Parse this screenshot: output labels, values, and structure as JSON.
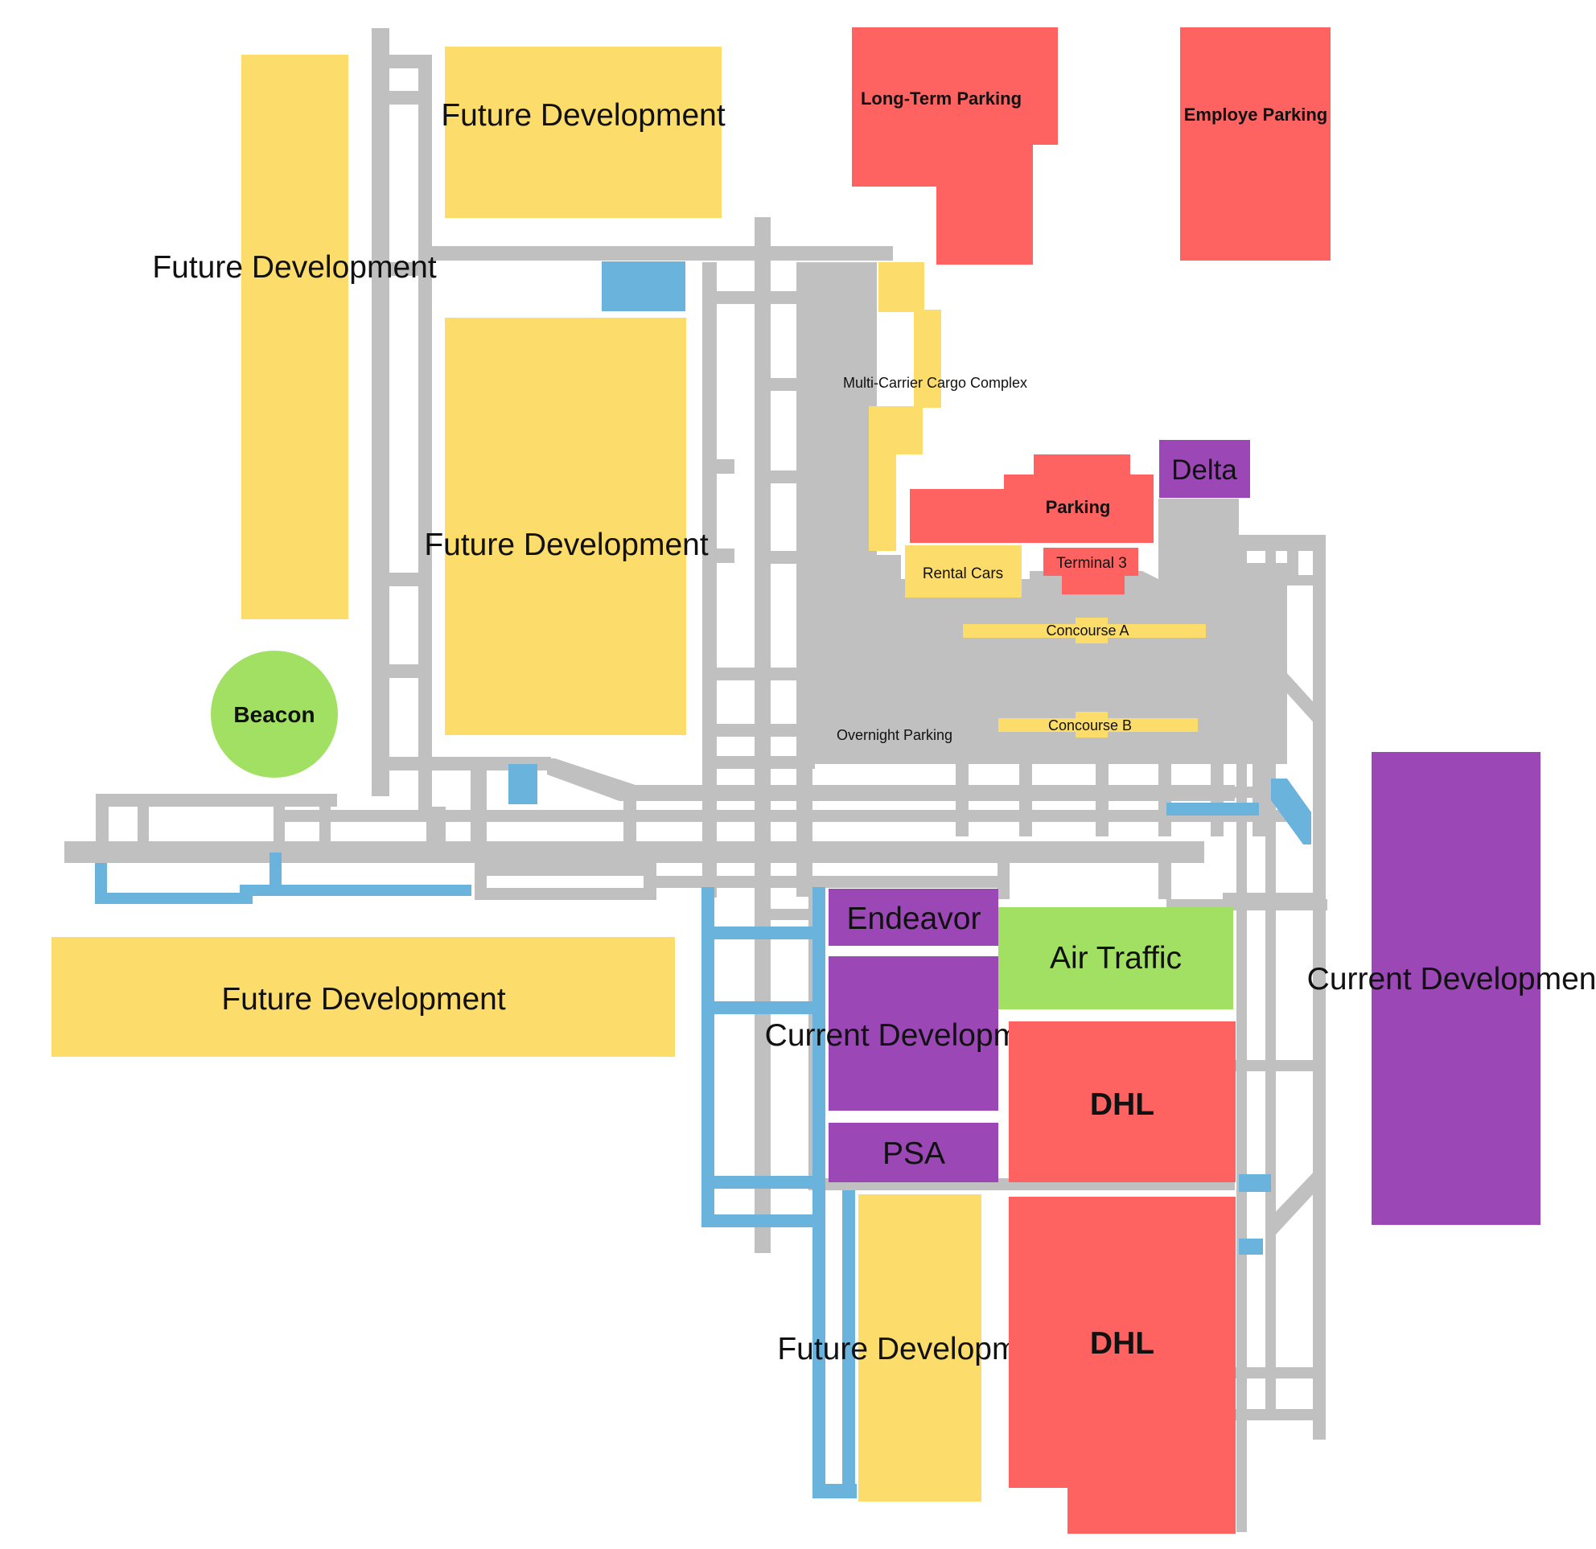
{
  "colors": {
    "taxiway": "#c0c0c0",
    "water": "#6ab3dc",
    "future_development": "#fcdc6b",
    "parking_cargo": "#fe6261",
    "current_development": "#9b48b6",
    "beacon_air_traffic": "#a1e063"
  },
  "areas": {
    "future_dev_top": "Future Development",
    "future_dev_tall": "Future Development",
    "future_dev_center": "Future Development",
    "future_dev_bottom_left": "Future Development",
    "future_dev_bottom": "Future Development",
    "long_term_parking": "Long-Term Parking",
    "employee_parking": "Employe Parking",
    "cargo_complex": "Multi-Carrier Cargo Complex",
    "delta": "Delta",
    "parking": "Parking",
    "rental_cars": "Rental Cars",
    "terminal_3": "Terminal 3",
    "concourse_a": "Concourse A",
    "concourse_b": "Concourse B",
    "overnight_parking": "Overnight Parking",
    "beacon": "Beacon",
    "endeavor": "Endeavor",
    "air_traffic": "Air Traffic",
    "current_dev_center": "Current Development",
    "current_dev_right": "Current Development",
    "psa": "PSA",
    "dhl_upper": "DHL",
    "dhl_lower": "DHL"
  }
}
